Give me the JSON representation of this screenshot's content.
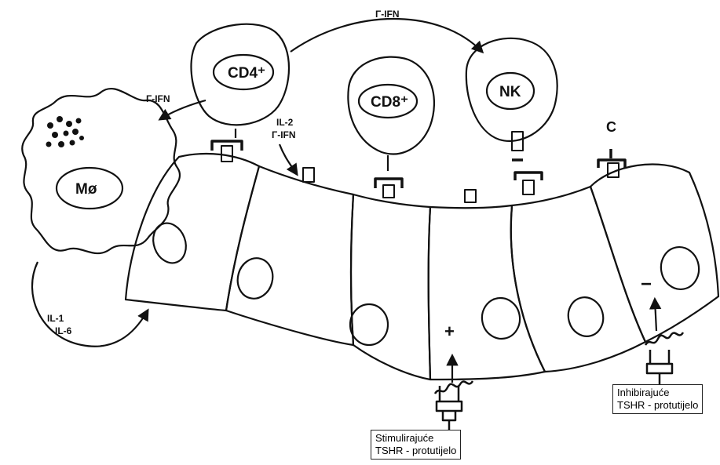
{
  "cells": {
    "cd4": "CD4⁺",
    "cd8": "CD8⁺",
    "nk": "NK",
    "macrophage": "Mø"
  },
  "labels": {
    "gamma_ifn_top": "Γ-IFN",
    "gamma_ifn_left": "Γ-IFN",
    "il2": "IL-2",
    "gamma_ifn_mid": "Γ-IFN",
    "il1": "IL-1",
    "il6": "IL-6",
    "complement": "C",
    "plus": "+",
    "minus": "−"
  },
  "boxes": {
    "stimulating_line1": "Stimulirajuće",
    "stimulating_line2": "TSHR - protutijelo",
    "inhibiting_line1": "Inhibirajuće",
    "inhibiting_line2": "TSHR - protutijelo"
  }
}
